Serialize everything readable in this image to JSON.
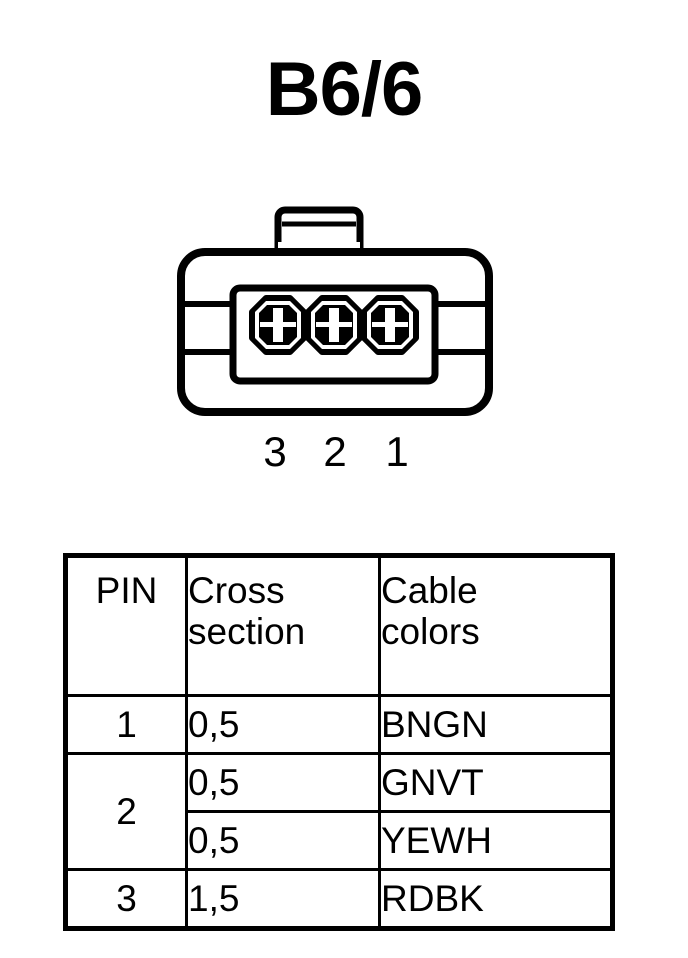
{
  "title": "B6/6",
  "connector": {
    "name": "3-way-connector-face-view",
    "cavity_count": 3,
    "cavity_shape": "octagon-with-cross",
    "pin_labels": [
      "3",
      "2",
      "1"
    ],
    "line_color": "#000000",
    "fill_color": "#ffffff"
  },
  "table": {
    "headers": {
      "pin": "PIN",
      "cross_section_line1": "Cross",
      "cross_section_line2": "section",
      "cable_colors_line1": "Cable",
      "cable_colors_line2": "colors"
    },
    "rows": [
      {
        "pin": "1",
        "cross_section": "0,5",
        "cable_colors": "BNGN"
      },
      {
        "pin": "2",
        "cross_section": "0,5",
        "cable_colors": "GNVT"
      },
      {
        "pin": "",
        "cross_section": "0,5",
        "cable_colors": "YEWH"
      },
      {
        "pin": "3",
        "cross_section": "1,5",
        "cable_colors": "RDBK"
      }
    ]
  }
}
